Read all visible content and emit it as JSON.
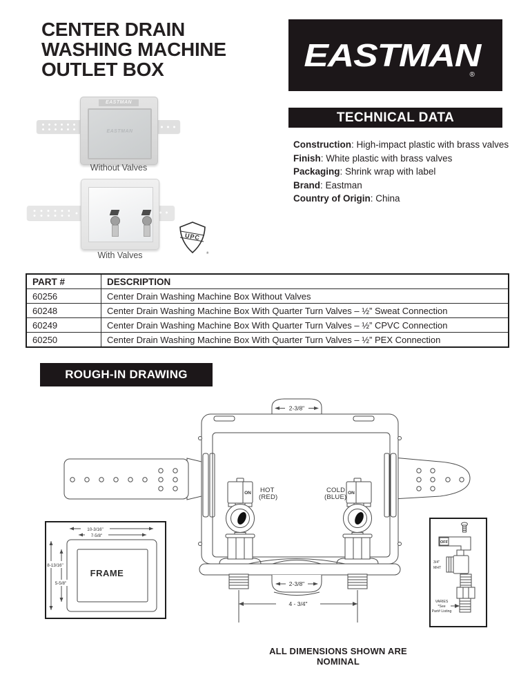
{
  "page": {
    "title_lines": [
      "CENTER DRAIN",
      "WASHING MACHINE",
      "OUTLET BOX"
    ],
    "footer_note": "ALL DIMENSIONS SHOWN ARE NOMINAL"
  },
  "brand": {
    "logo_text": "EASTMAN",
    "registered_mark": "®"
  },
  "technical_data": {
    "heading": "TECHNICAL DATA",
    "separator": ": ",
    "specs": [
      {
        "label": "Construction",
        "value": "High-impact plastic with brass valves"
      },
      {
        "label": "Finish",
        "value": "White plastic with brass valves"
      },
      {
        "label": "Packaging",
        "value": "Shrink wrap with label"
      },
      {
        "label": "Brand",
        "value": "Eastman"
      },
      {
        "label": "Country of Origin",
        "value": "China"
      }
    ]
  },
  "product_images": {
    "box_logo_text": "EASTMAN",
    "without_valves_caption": "Without Valves",
    "with_valves_caption": "With Valves",
    "upc_label": "UPC",
    "upc_registered": "®"
  },
  "parts_table": {
    "headers": {
      "part": "PART #",
      "description": "DESCRIPTION"
    },
    "rows": [
      {
        "part": "60256",
        "description": "Center Drain Washing Machine Box Without Valves"
      },
      {
        "part": "60248",
        "description": "Center Drain Washing Machine Box With Quarter Turn Valves – ½” Sweat Connection"
      },
      {
        "part": "60249",
        "description": "Center Drain Washing Machine Box With Quarter Turn Valves – ½” CPVC Connection"
      },
      {
        "part": "60250",
        "description": "Center Drain Washing Machine Box With Quarter Turn Valves – ½” PEX Connection"
      }
    ]
  },
  "rough_in": {
    "heading": "ROUGH-IN DRAWING",
    "top_knockout_dim": "2-3/8\"",
    "bottom_knockout_dim": "2-3/8\"",
    "valve_spacing_dim": "4 - 3/4\"",
    "hot_label_line1": "HOT",
    "hot_label_line2": "(RED)",
    "cold_label_line1": "COLD",
    "cold_label_line2": "(BLUE)",
    "valve_on_label": "ON",
    "frame_detail": {
      "outer_width": "10-3/16\"",
      "inner_width": "7-5/8\"",
      "outer_height": "8-13/16\"",
      "inner_height": "5-5/8\"",
      "label": "FRAME"
    },
    "valve_detail": {
      "off_label": "OFF",
      "thread_size_line1": "3/4\"",
      "thread_size_line2": "MHT",
      "varies_line1": "VARIES",
      "varies_line2": "*See",
      "varies_line3": "Part# Listing"
    }
  },
  "colors": {
    "ink": "#231f20",
    "photo_gray": "#dcdcdc"
  }
}
